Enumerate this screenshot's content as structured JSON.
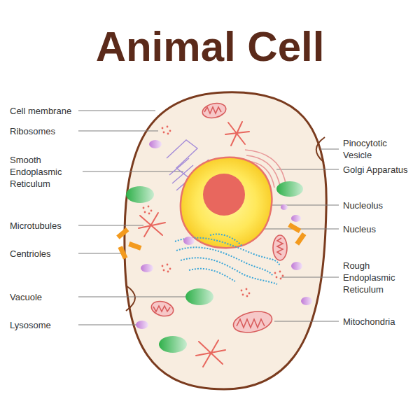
{
  "diagram": {
    "title": "Animal Cell",
    "labels": [
      "Cell membrane",
      "Ribosomes",
      "Smooth Endoplasmic Reticulum",
      "Microtubules",
      "Centrioles",
      "Vacuole",
      "Lysosome",
      "Pinocytotic Vesicle",
      "Golgi Apparatus",
      "Nucleolus",
      "Nucleus",
      "Rough Endoplasmic Reticulum",
      "Mitochondria"
    ]
  }
}
